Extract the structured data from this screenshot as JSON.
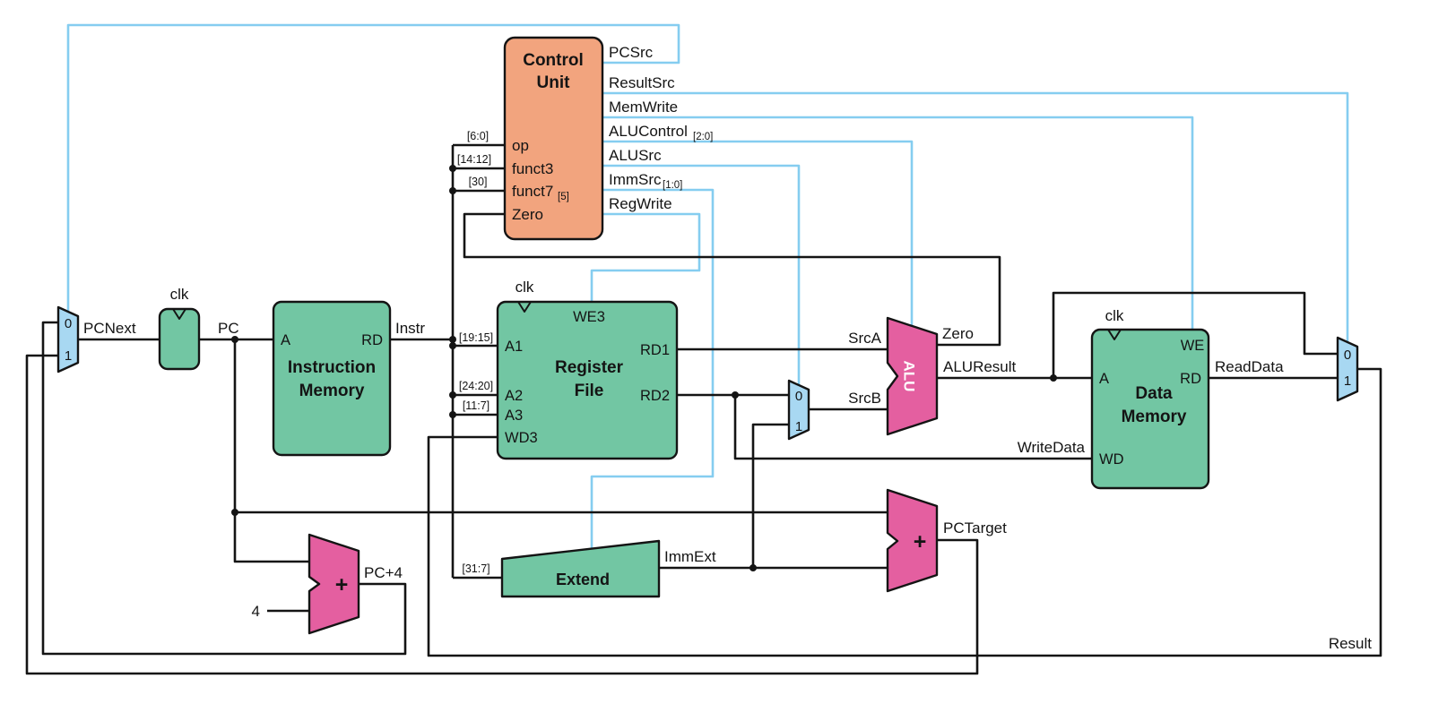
{
  "colors": {
    "background": "#ffffff",
    "memory_green": "#72c6a3",
    "control_orange": "#f2a47e",
    "alu_pink": "#e45fa0",
    "mux_blue": "#a8d8f2",
    "wire_black": "#141414",
    "wire_control": "#85cdf0",
    "alu_text": "#ffffff"
  },
  "blocks": {
    "control_unit": {
      "title_line1": "Control",
      "title_line2": "Unit"
    },
    "instruction_memory": {
      "title_line1": "Instruction",
      "title_line2": "Memory",
      "pin_a": "A",
      "pin_rd": "RD"
    },
    "register_file": {
      "title_line1": "Register",
      "title_line2": "File",
      "pin_we3": "WE3",
      "pin_a1": "A1",
      "pin_a2": "A2",
      "pin_a3": "A3",
      "pin_wd3": "WD3",
      "pin_rd1": "RD1",
      "pin_rd2": "RD2"
    },
    "data_memory": {
      "title_line1": "Data",
      "title_line2": "Memory",
      "pin_we": "WE",
      "pin_a": "A",
      "pin_rd": "RD",
      "pin_wd": "WD"
    },
    "extend": {
      "title": "Extend"
    },
    "alu": {
      "title": "ALU"
    },
    "adders": {
      "plus": "+"
    }
  },
  "control_signals": {
    "pcsrc": "PCSrc",
    "resultsrc": "ResultSrc",
    "memwrite": "MemWrite",
    "alucontrol": "ALUControl",
    "alucontrol_sub": "[2:0]",
    "alusrc": "ALUSrc",
    "immsrc": "ImmSrc",
    "immsrc_sub": "[1:0]",
    "regwrite": "RegWrite"
  },
  "control_inputs": {
    "op": "op",
    "funct3": "funct3",
    "funct7": "funct7",
    "funct7_sub": "[5]",
    "zero": "Zero"
  },
  "bus_slices": {
    "op": "[6:0]",
    "funct3": "[14:12]",
    "funct7": "[30]",
    "a1": "[19:15]",
    "a2": "[24:20]",
    "a3": "[11:7]",
    "imm": "[31:7]"
  },
  "wire_labels": {
    "pcnext": "PCNext",
    "pc": "PC",
    "instr": "Instr",
    "srca": "SrcA",
    "srcb": "SrcB",
    "zero": "Zero",
    "aluresult": "ALUResult",
    "readdata": "ReadData",
    "writedata": "WriteData",
    "immext": "ImmExt",
    "pctarget": "PCTarget",
    "pcplus4": "PC+4",
    "result": "Result",
    "four": "4",
    "clk": "clk"
  },
  "mux_labels": {
    "zero": "0",
    "one": "1"
  }
}
